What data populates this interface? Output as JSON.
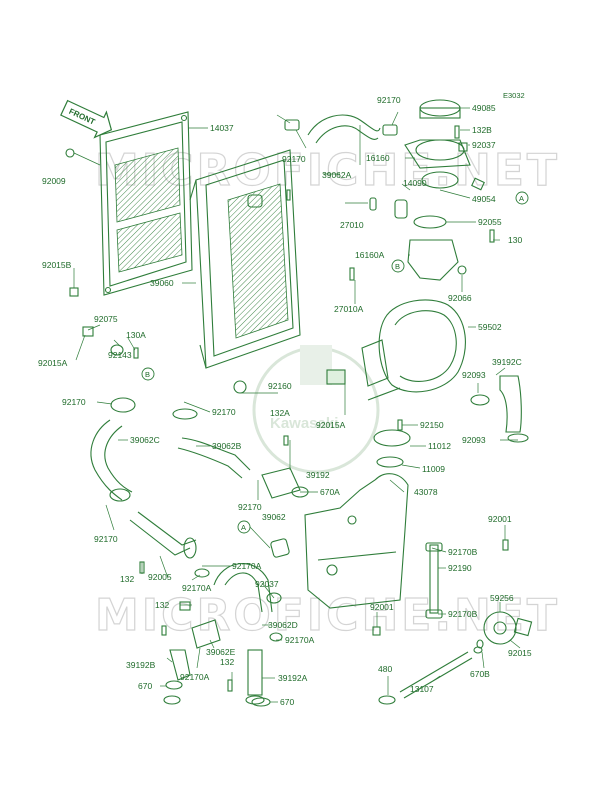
{
  "diagram_code": "E3032",
  "front_label": "FRONT",
  "watermark": "MICROFICHE.NET",
  "logo_text": "Kawasaki",
  "colors": {
    "line": "#2f7d3a",
    "text": "#1f6b2a",
    "watermark": "#d4d4d4"
  },
  "labels": {
    "p14037": "14037",
    "p92009": "92009",
    "p92015B": "92015B",
    "p39060": "39060",
    "p92075": "92075",
    "p92015A": "92015A",
    "p92143": "92143",
    "p130A": "130A",
    "p92170_a": "92170",
    "p92170_b": "92170",
    "p92170_c": "92170",
    "p92170_d": "92170",
    "p92170_e": "92170",
    "p92170_f": "92170",
    "p39062A": "39062A",
    "p27010": "27010",
    "p27010A": "27010A",
    "p14090": "14090",
    "p49054": "49054",
    "p49085": "49085",
    "p132B": "132B",
    "p16160": "16160",
    "p92037_a": "92037",
    "p92055": "92055",
    "p130": "130",
    "p16160A": "16160A",
    "p92066": "92066",
    "p59502": "59502",
    "p39192C": "39192C",
    "p92093_a": "92093",
    "p92093_b": "92093",
    "p92160": "92160",
    "p132A": "132A",
    "p92015A_b": "92015A",
    "p92150": "92150",
    "p11012": "11012",
    "p11009": "11009",
    "p39062C": "39062C",
    "p39062B": "39062B",
    "p39192": "39192",
    "p670A": "670A",
    "p43078": "43078",
    "p39062": "39062",
    "p92001_a": "92001",
    "p92001_b": "92001",
    "p92170B_a": "92170B",
    "p92170B_b": "92170B",
    "p92190": "92190",
    "p92005": "92005",
    "p132_a": "132",
    "p132_b": "132",
    "p132_c": "132",
    "p92170A_a": "92170A",
    "p92170A_b": "92170A",
    "p92170A_c": "92170A",
    "p92170A_d": "92170A",
    "p92037_b": "92037",
    "p39062D": "39062D",
    "p39062E": "39062E",
    "p39192B": "39192B",
    "p39192A": "39192A",
    "p670_a": "670",
    "p670_b": "670",
    "p670B": "670B",
    "p480": "480",
    "p13107": "13107",
    "p59256": "59256",
    "p92015": "92015"
  },
  "refs": {
    "A": "A",
    "B": "B"
  }
}
